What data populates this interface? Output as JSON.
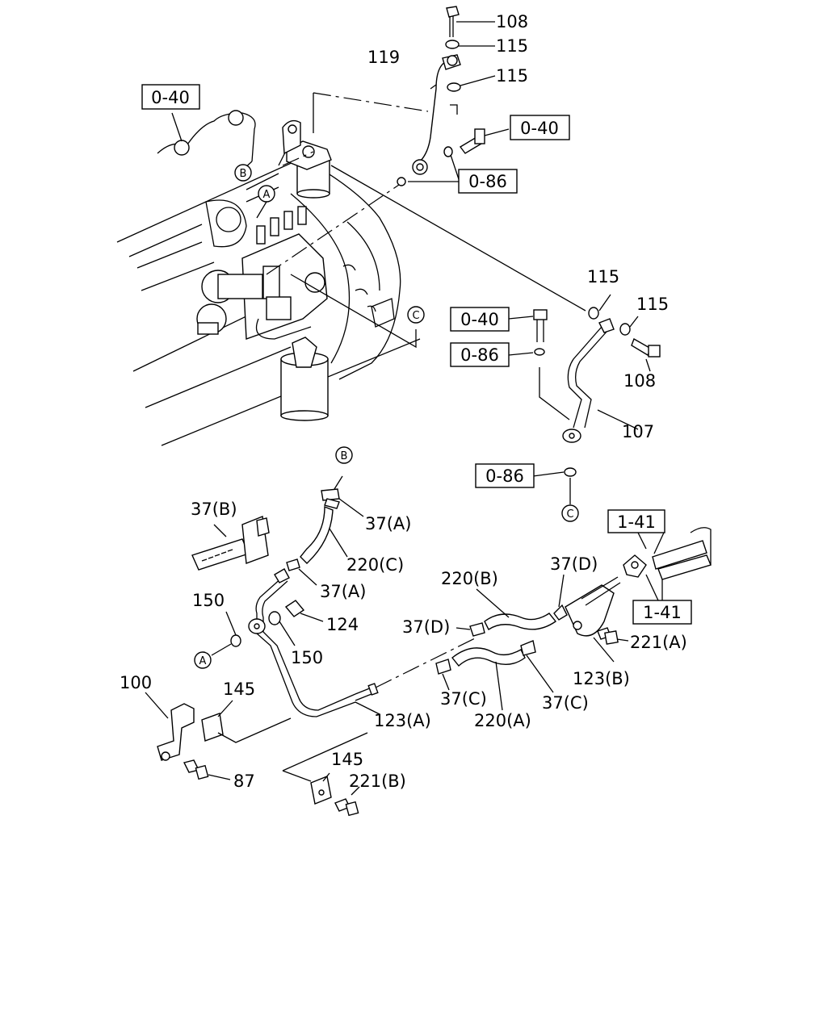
{
  "labels": {
    "p108_top": "108",
    "p115_top1": "115",
    "p115_top2": "115",
    "p119": "119",
    "p115_mid1": "115",
    "p115_mid2": "115",
    "p108_mid": "108",
    "p107": "107",
    "p37b": "37(B)",
    "p37a_1": "37(A)",
    "p220c": "220(C)",
    "p37a_2": "37(A)",
    "p150_1": "150",
    "p124": "124",
    "p150_2": "150",
    "p37d_1": "37(D)",
    "p220b": "220(B)",
    "p37d_2": "37(D)",
    "p221a": "221(A)",
    "p123b": "123(B)",
    "p37c_1": "37(C)",
    "p37c_2": "37(C)",
    "p220a": "220(A)",
    "p123a": "123(A)",
    "p100": "100",
    "p145_1": "145",
    "p87": "87",
    "p145_2": "145",
    "p221b": "221(B)"
  },
  "refs": {
    "r040_1": "0-40",
    "r040_2": "0-40",
    "r086_1": "0-86",
    "r040_3": "0-40",
    "r086_2": "0-86",
    "r086_3": "0-86",
    "r141_1": "1-41",
    "r141_2": "1-41"
  },
  "markers": {
    "mB1": "B",
    "mA1": "A",
    "mC1": "C",
    "mC2": "C",
    "mB2": "B",
    "mA2": "A"
  }
}
